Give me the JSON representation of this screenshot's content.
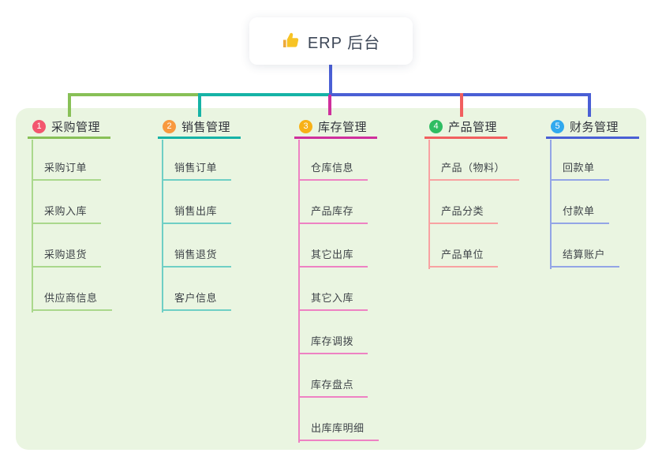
{
  "root": {
    "label": "ERP 后台",
    "icon": "thumbs-up-icon",
    "line_color": "#4a5fd5"
  },
  "panel": {
    "background": "#eaf5e1"
  },
  "branches": [
    {
      "badge": "1",
      "label": "采购管理",
      "colors": {
        "line": "#88c057",
        "light": "#aad88c",
        "badge": "#f3566e"
      },
      "children": [
        "采购订单",
        "采购入库",
        "采购退货",
        "供应商信息"
      ]
    },
    {
      "badge": "2",
      "label": "销售管理",
      "colors": {
        "line": "#16b3a6",
        "light": "#6fcfc5",
        "badge": "#f8993f"
      },
      "children": [
        "销售订单",
        "销售出库",
        "销售退货",
        "客户信息"
      ]
    },
    {
      "badge": "3",
      "label": "库存管理",
      "colors": {
        "line": "#cf2f9c",
        "light": "#ee82c3",
        "badge": "#f8b117"
      },
      "children": [
        "仓库信息",
        "产品库存",
        "其它出库",
        "其它入库",
        "库存调拨",
        "库存盘点",
        "出库库明细"
      ]
    },
    {
      "badge": "4",
      "label": "产品管理",
      "colors": {
        "line": "#f15f5f",
        "light": "#f8a2a2",
        "badge": "#2fbd62"
      },
      "children": [
        "产品（物料）",
        "产品分类",
        "产品单位"
      ]
    },
    {
      "badge": "5",
      "label": "财务管理",
      "colors": {
        "line": "#4a5fd5",
        "light": "#93a5e6",
        "badge": "#31a9ee"
      },
      "children": [
        "回款单",
        "付款单",
        "结算账户"
      ]
    }
  ]
}
